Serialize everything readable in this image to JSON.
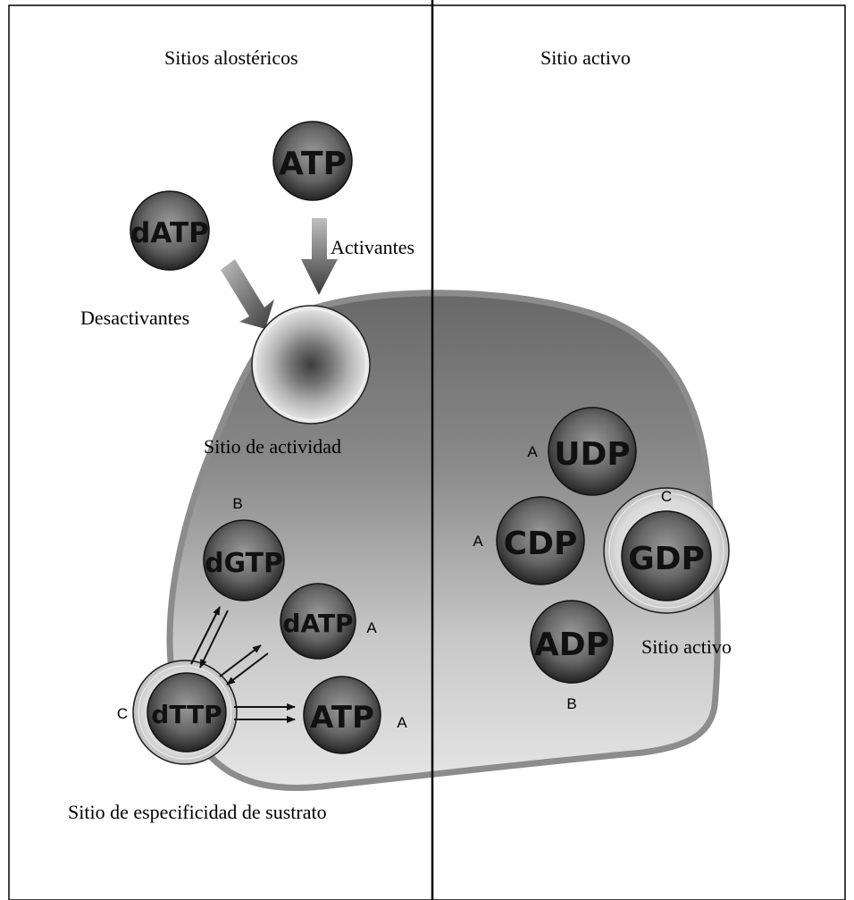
{
  "headers": {
    "left": "Sitios alostéricos",
    "right": "Sitio activo"
  },
  "labels": {
    "activators": "Activantes",
    "deactivators": "Desactivantes",
    "activity_site": "Sitio de actividad",
    "specificity_site": "Sitio de especificidad de sustrato",
    "active_site": "Sitio activo"
  },
  "molecules": {
    "atp_top": "ATP",
    "datp_top": "dATP",
    "dgtp": "dGTP",
    "datp_spec": "dATP",
    "dttp": "dTTP",
    "atp_spec": "ATP",
    "udp": "UDP",
    "cdp": "CDP",
    "gdp": "GDP",
    "adp": "ADP"
  },
  "letters": {
    "dgtp": "B",
    "datp_spec": "A",
    "dttp": "C",
    "atp_spec": "A",
    "udp": "A",
    "cdp": "A",
    "gdp": "C",
    "adp": "B"
  },
  "colors": {
    "divider": "#000000",
    "enzyme_dark": "#6e6e6e",
    "enzyme_light": "#e2e2e2",
    "enzyme_outline": "#8c8c8c",
    "molecule_dark": "#3c3c3c",
    "molecule_light": "#8a8a8a"
  }
}
